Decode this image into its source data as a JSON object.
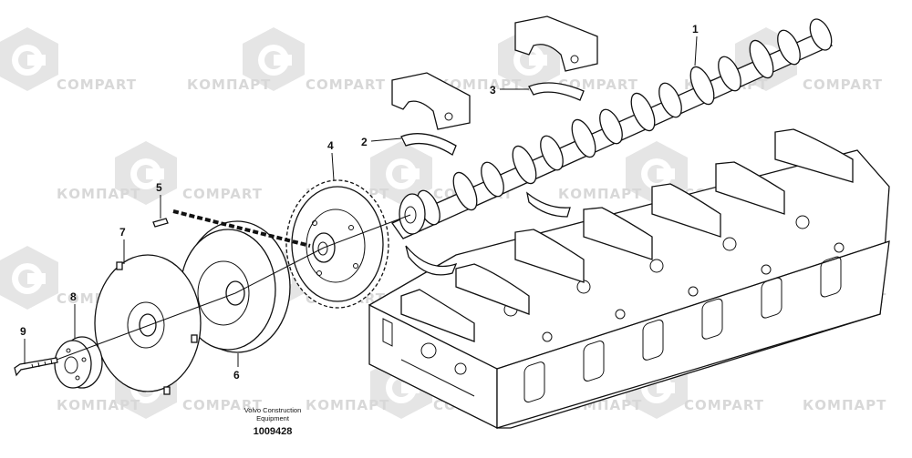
{
  "watermark": {
    "latin": "COMPART",
    "cyrillic": "КОМПАРТ",
    "color": "#d4d4d4"
  },
  "callouts": [
    {
      "id": "1",
      "label": "1",
      "part": "camshaft"
    },
    {
      "id": "2",
      "label": "2",
      "part": "bearing-shell-lower"
    },
    {
      "id": "3",
      "label": "3",
      "part": "bearing-shell-upper"
    },
    {
      "id": "4",
      "label": "4",
      "part": "camshaft-gear"
    },
    {
      "id": "5",
      "label": "5",
      "part": "dowel-pin"
    },
    {
      "id": "6",
      "label": "6",
      "part": "vibration-damper"
    },
    {
      "id": "7",
      "label": "7",
      "part": "damper-plate"
    },
    {
      "id": "8",
      "label": "8",
      "part": "hub"
    },
    {
      "id": "9",
      "label": "9",
      "part": "bolt"
    }
  ],
  "caption": {
    "line1": "Volvo Construction",
    "line2": "Equipment",
    "drawing_number": "1009428"
  }
}
